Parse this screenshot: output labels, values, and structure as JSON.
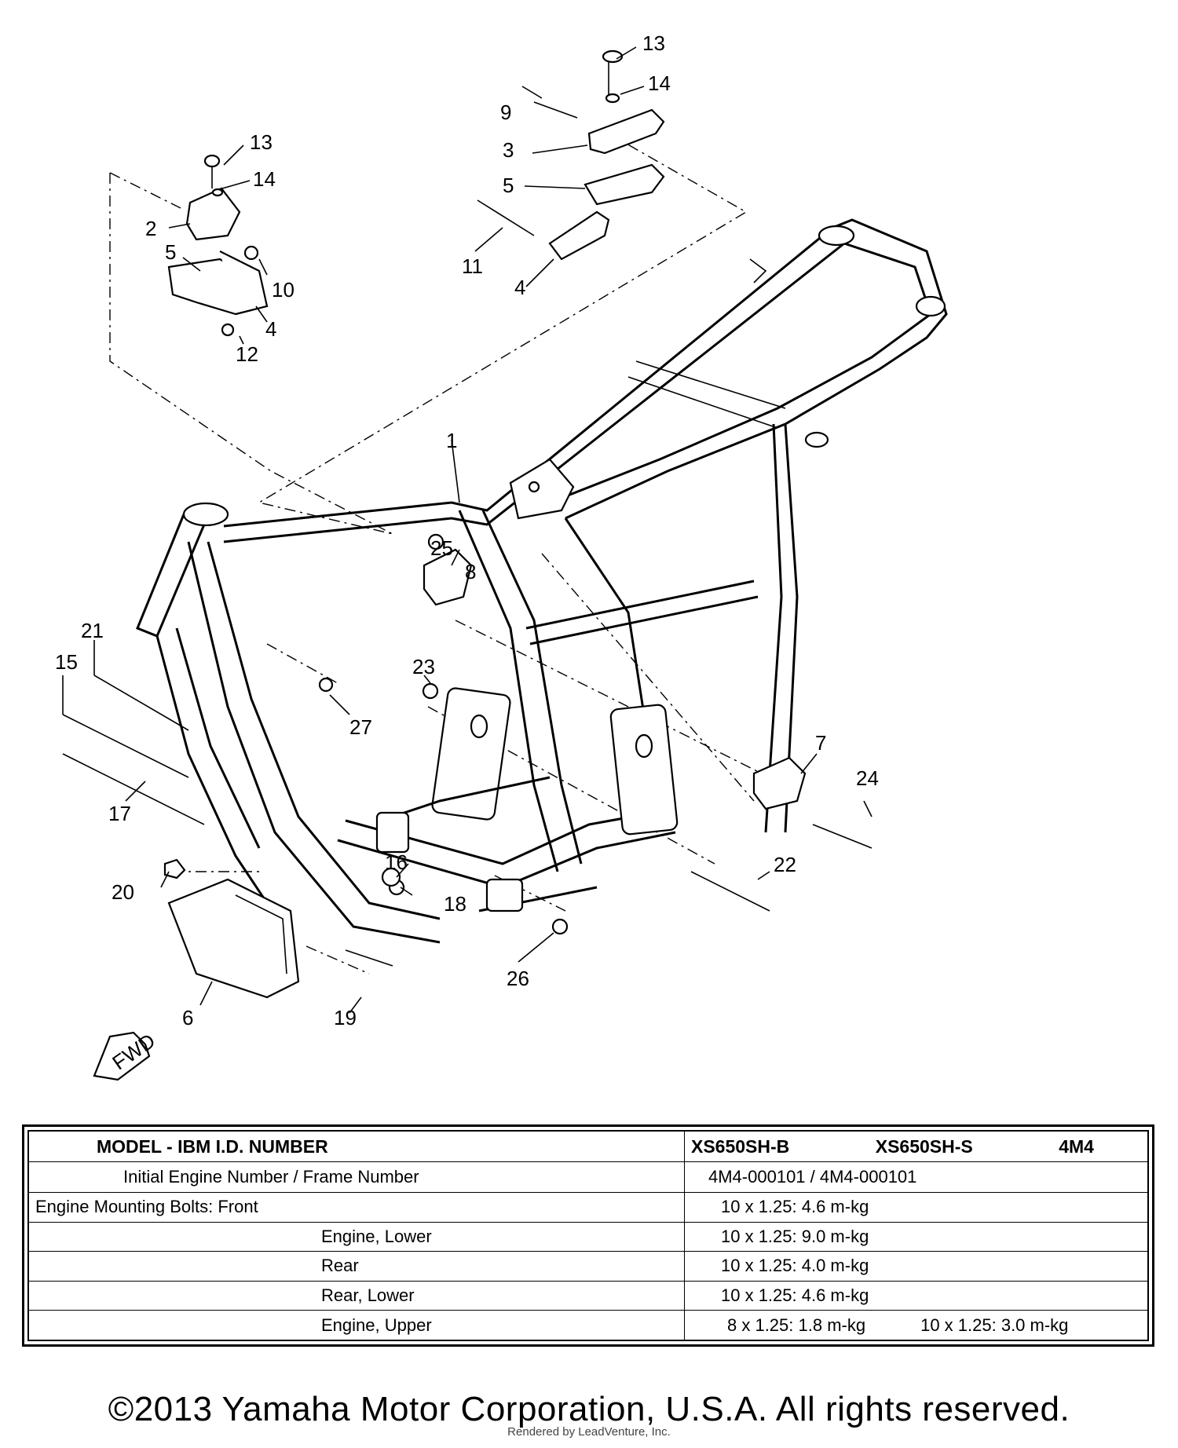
{
  "labels": {
    "l1": "1",
    "l2": "2",
    "l3": "3",
    "l4a": "4",
    "l4b": "4",
    "l5a": "5",
    "l5b": "5",
    "l6": "6",
    "l7": "7",
    "l8": "8",
    "l9": "9",
    "l10": "10",
    "l11": "11",
    "l12": "12",
    "l13a": "13",
    "l13b": "13",
    "l14a": "14",
    "l14b": "14",
    "l15": "15",
    "l16": "16",
    "l17": "17",
    "l18": "18",
    "l19": "19",
    "l20": "20",
    "l21": "21",
    "l22": "22",
    "l23": "23",
    "l24": "24",
    "l25": "25",
    "l26": "26",
    "l27": "27",
    "fwd": "FWD"
  },
  "spec_table": {
    "header_label": "MODEL - IBM I.D. NUMBER",
    "model_1": "XS650SH-B",
    "model_2": "XS650SH-S",
    "model_code": "4M4",
    "row_initial_label": "Initial Engine Number / Frame Number",
    "row_initial_value": "4M4-000101 / 4M4-000101",
    "row_front_label": "Engine Mounting Bolts:  Front",
    "row_front_value": "10 x 1.25: 4.6 m-kg",
    "row_lower_label": "Engine, Lower",
    "row_lower_value": "10 x 1.25: 9.0 m-kg",
    "row_rear_label": "Rear",
    "row_rear_value": "10 x 1.25: 4.0 m-kg",
    "row_rearlower_label": "Rear, Lower",
    "row_rearlower_value": "10 x 1.25: 4.6 m-kg",
    "row_upper_label": "Engine, Upper",
    "row_upper_value_1": "8 x 1.25: 1.8 m-kg",
    "row_upper_value_2": "10 x 1.25: 3.0 m-kg"
  },
  "copyright": "©2013 Yamaha Motor Corporation, U.S.A. All rights reserved.",
  "rendered_by": "Rendered by LeadVenture, Inc."
}
